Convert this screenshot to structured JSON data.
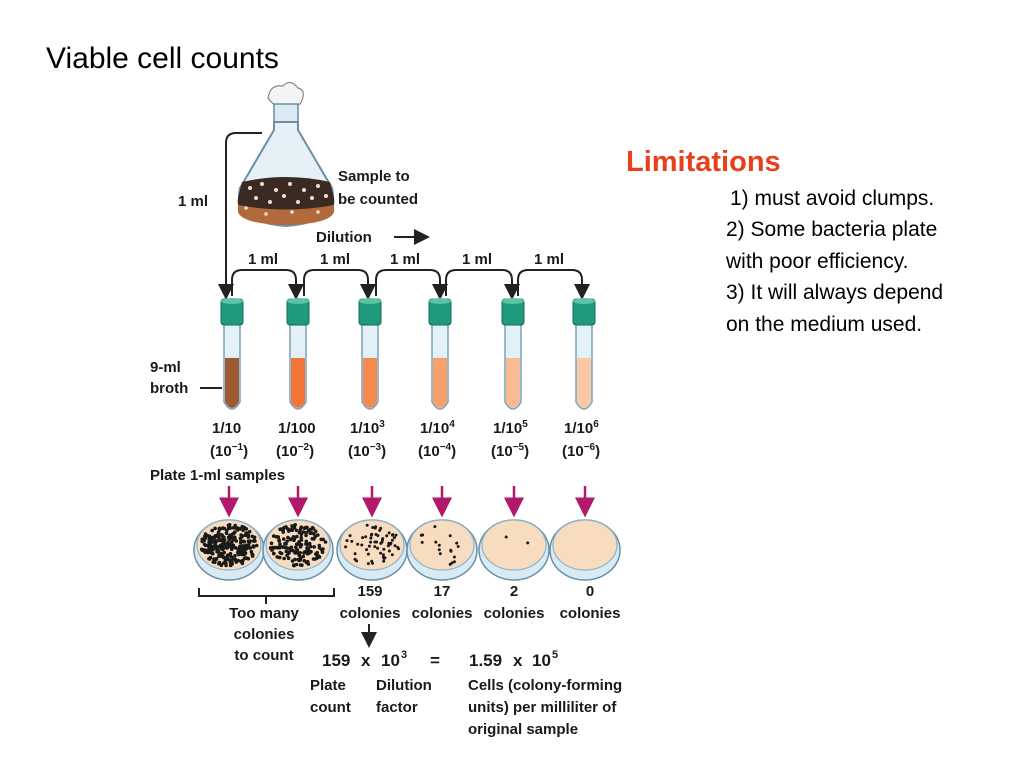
{
  "title": "Viable cell counts",
  "limitations": {
    "heading": "Limitations",
    "lines": [
      "1) must avoid clumps.",
      "2) Some bacteria plate",
      "with poor efficiency.",
      "3) It will always depend",
      "on the medium used."
    ]
  },
  "diagram": {
    "flask_label_1": "Sample to",
    "flask_label_2": "be counted",
    "left_transfer": "1 ml",
    "dilution": "Dilution",
    "transfer": "1 ml",
    "broth_1": "9-ml",
    "broth_2": "broth",
    "tubes": [
      {
        "frac": "1/10",
        "exp": "(10",
        "sup": "−1",
        "close": ")",
        "color": "#9c5a33"
      },
      {
        "frac": "1/100",
        "exp": "(10",
        "sup": "−2",
        "close": ")",
        "color": "#f2753a"
      },
      {
        "frac": "1/10",
        "fsup": "3",
        "exp": "(10",
        "sup": "−3",
        "close": ")",
        "color": "#f58a4e"
      },
      {
        "frac": "1/10",
        "fsup": "4",
        "exp": "(10",
        "sup": "−4",
        "close": ")",
        "color": "#f7a06c"
      },
      {
        "frac": "1/10",
        "fsup": "5",
        "exp": "(10",
        "sup": "−5",
        "close": ")",
        "color": "#f9bb92"
      },
      {
        "frac": "1/10",
        "fsup": "6",
        "exp": "(10",
        "sup": "−6",
        "close": ")",
        "color": "#f9c9a4"
      }
    ],
    "plate_label": "Plate 1-ml samples",
    "counts": [
      {
        "n": "159",
        "label": "colonies"
      },
      {
        "n": "17",
        "label": "colonies"
      },
      {
        "n": "2",
        "label": "colonies"
      },
      {
        "n": "0",
        "label": "colonies"
      }
    ],
    "too_many": [
      "Too many",
      "colonies",
      "to count"
    ],
    "equation": {
      "count": "159",
      "x1": "x",
      "base": "10",
      "base_sup": "3",
      "eq": "=",
      "result": "1.59",
      "x2": "x",
      "base2": "10",
      "base2_sup": "5"
    },
    "plate_count": [
      "Plate",
      "count"
    ],
    "dilution_factor": [
      "Dilution",
      "factor"
    ],
    "cells": [
      "Cells (colony-forming",
      "units) per milliliter of",
      "original sample"
    ]
  }
}
